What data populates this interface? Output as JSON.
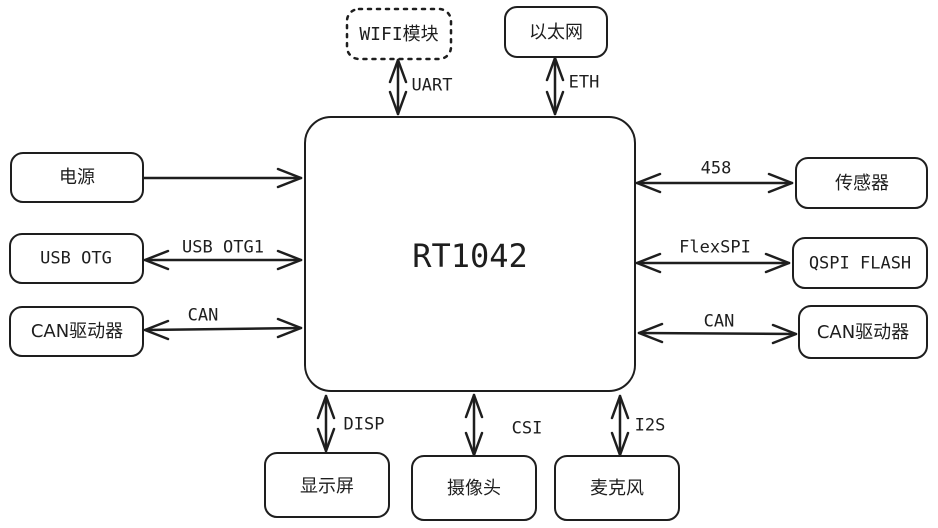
{
  "diagram": {
    "center": {
      "label": "RT1042"
    },
    "nodes": [
      {
        "id": "wifi",
        "label": "WIFI模块",
        "style": "dashed"
      },
      {
        "id": "ethernet",
        "label": "以太网",
        "style": "solid"
      },
      {
        "id": "power",
        "label": "电源",
        "style": "solid"
      },
      {
        "id": "usb-otg",
        "label": "USB OTG",
        "style": "solid"
      },
      {
        "id": "can-left",
        "label": "CAN驱动器",
        "style": "solid"
      },
      {
        "id": "sensor",
        "label": "传感器",
        "style": "solid"
      },
      {
        "id": "qspi-flash",
        "label": "QSPI FLASH",
        "style": "solid"
      },
      {
        "id": "can-right",
        "label": "CAN驱动器",
        "style": "solid"
      },
      {
        "id": "display",
        "label": "显示屏",
        "style": "solid"
      },
      {
        "id": "camera",
        "label": "摄像头",
        "style": "solid"
      },
      {
        "id": "microphone",
        "label": "麦克风",
        "style": "solid"
      }
    ],
    "edges": [
      {
        "from": "wifi",
        "to": "RT1042",
        "label": "UART",
        "direction": "bidirectional"
      },
      {
        "from": "ethernet",
        "to": "RT1042",
        "label": "ETH",
        "direction": "bidirectional"
      },
      {
        "from": "power",
        "to": "RT1042",
        "label": "",
        "direction": "to-center"
      },
      {
        "from": "usb-otg",
        "to": "RT1042",
        "label": "USB OTG1",
        "direction": "bidirectional"
      },
      {
        "from": "can-left",
        "to": "RT1042",
        "label": "CAN",
        "direction": "bidirectional"
      },
      {
        "from": "sensor",
        "to": "RT1042",
        "label": "458",
        "direction": "bidirectional"
      },
      {
        "from": "qspi-flash",
        "to": "RT1042",
        "label": "FlexSPI",
        "direction": "bidirectional"
      },
      {
        "from": "can-right",
        "to": "RT1042",
        "label": "CAN",
        "direction": "bidirectional"
      },
      {
        "from": "display",
        "to": "RT1042",
        "label": "DISP",
        "direction": "bidirectional"
      },
      {
        "from": "camera",
        "to": "RT1042",
        "label": "CSI",
        "direction": "bidirectional"
      },
      {
        "from": "microphone",
        "to": "RT1042",
        "label": "I2S",
        "direction": "bidirectional"
      }
    ]
  }
}
